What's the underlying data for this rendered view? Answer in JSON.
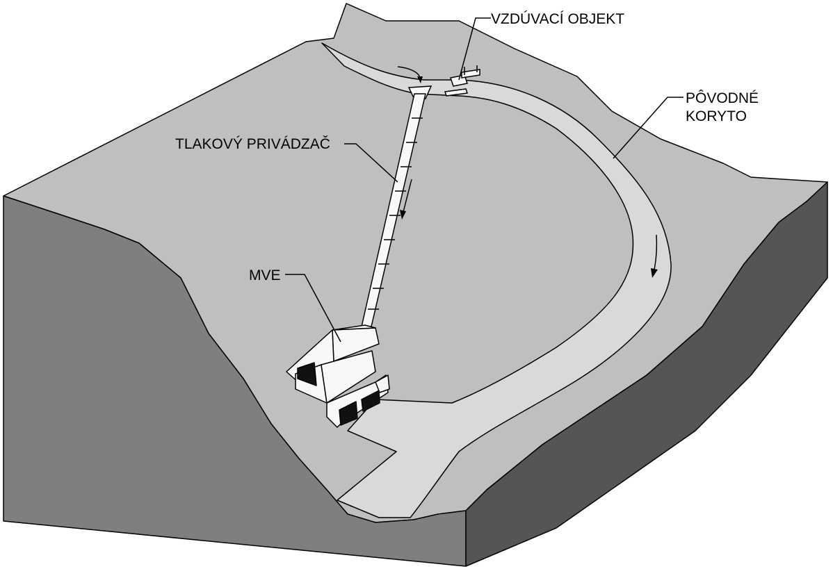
{
  "labels": {
    "weir": "VZDÚVACÍ OBJEKT",
    "original_bed_line1": "PÔVODNÉ",
    "original_bed_line2": "KORYTO",
    "penstock": "TLAKOVÝ PRIVÁDZAČ",
    "power_plant": "MVE"
  },
  "colors": {
    "terrain_top": "#bfbfbf",
    "terrain_front": "#7f7f7f",
    "terrain_right": "#555555",
    "river": "#d9d9d9",
    "structure": "#f8f8f8",
    "outline": "#000000"
  }
}
